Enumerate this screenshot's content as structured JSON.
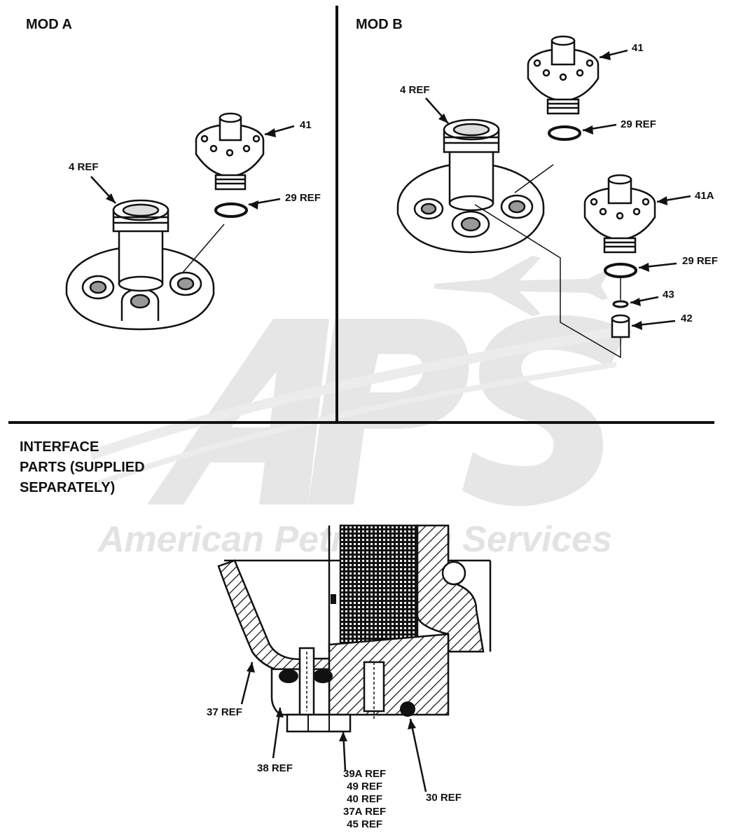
{
  "sections": {
    "mod_a": "MOD A",
    "mod_b": "MOD B",
    "interface": [
      "INTERFACE",
      "PARTS (SUPPLIED",
      "SEPARATELY)"
    ]
  },
  "mod_a": {
    "callouts": {
      "item41": "41",
      "ref4": "4 REF",
      "ref29": "29 REF"
    }
  },
  "mod_b": {
    "callouts": {
      "item41": "41",
      "ref4": "4 REF",
      "ref29_top": "29 REF",
      "item41a": "41A",
      "ref29_bottom": "29 REF",
      "item43": "43",
      "item42": "42"
    }
  },
  "interface_parts": {
    "callouts": {
      "ref37": "37 REF",
      "ref38": "38 REF",
      "ref30": "30 REF",
      "stack": [
        "39A REF",
        "49 REF",
        "40 REF",
        "37A REF",
        "45 REF"
      ]
    }
  },
  "watermark": {
    "logo_letters": "APS",
    "company": "American Petroleum Services",
    "color": "#e3e3e3"
  }
}
